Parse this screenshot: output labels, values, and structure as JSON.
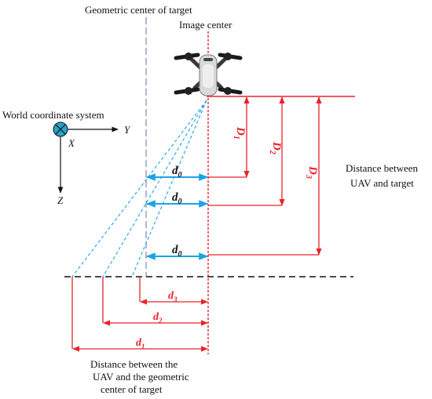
{
  "labels": {
    "geometric_center": "Geometric center of target",
    "image_center": "Image center",
    "world_coord": "World coordinate system",
    "axis_x": "X",
    "axis_y": "Y",
    "axis_z": "Z",
    "dist_uav_target_line1": "Distance between",
    "dist_uav_target_line2": "UAV and target",
    "dist_geo_line1": "Distance between the",
    "dist_geo_line2": "UAV and the geometric",
    "dist_geo_line3": "center of target"
  },
  "symbols": {
    "D1": {
      "base": "D",
      "sub": "1"
    },
    "D2": {
      "base": "D",
      "sub": "2"
    },
    "D3": {
      "base": "D",
      "sub": "3"
    },
    "d0": {
      "base": "d",
      "sub": "0"
    },
    "d1": {
      "base": "d",
      "sub": "1"
    },
    "d2": {
      "base": "d",
      "sub": "2"
    },
    "d3": {
      "base": "d",
      "sub": "3"
    }
  },
  "colors": {
    "red": "#e8232a",
    "cyan": "#1aa3e8",
    "grey_dash": "#8c8fb8",
    "black": "#111111",
    "drone_body": "#d9d9d9",
    "drone_arm": "#3a3a3a",
    "axis_fill": "#29a3c7"
  },
  "icons": [
    "drone-icon",
    "world-origin-icon"
  ]
}
